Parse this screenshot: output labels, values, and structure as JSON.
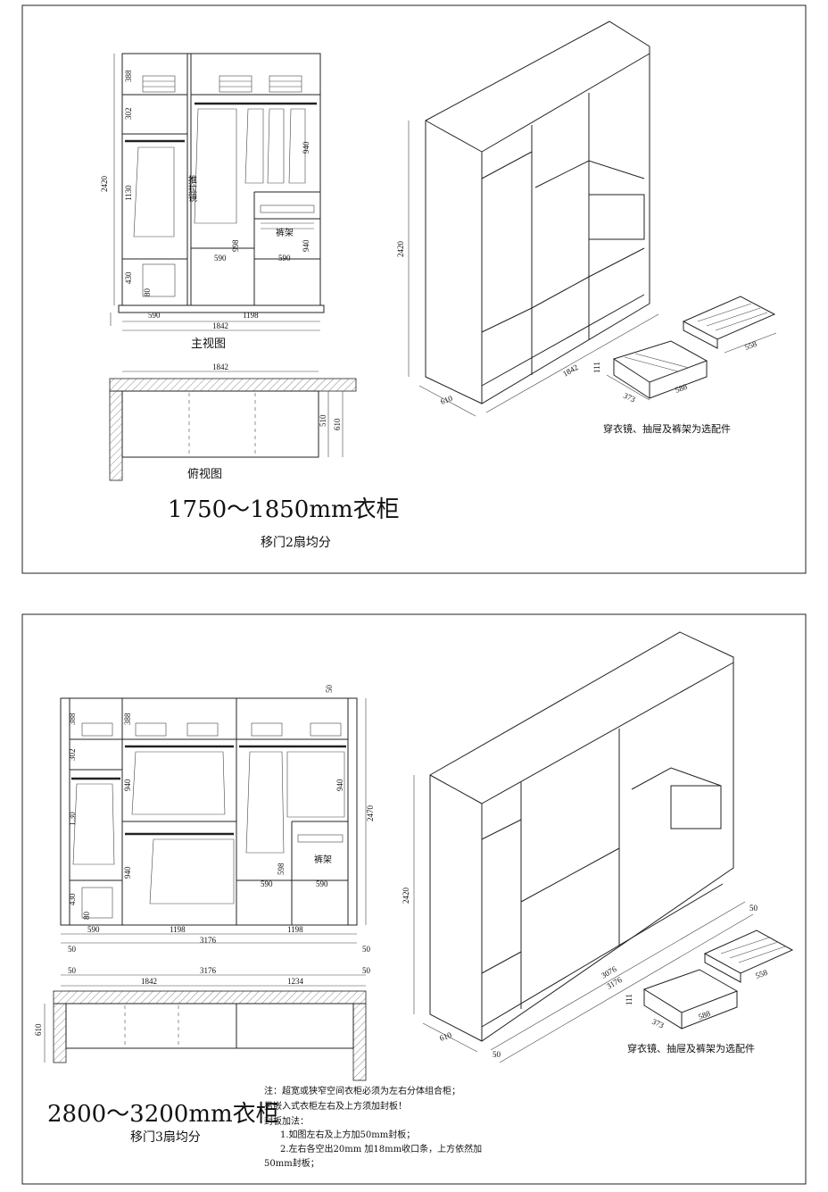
{
  "panel1": {
    "front_dims": {
      "d388": "388",
      "d302": "302",
      "d2420": "2420",
      "d1130": "1130",
      "d430": "430",
      "d80": "80",
      "d940a": "940",
      "d940b": "940",
      "d998": "998",
      "d590a": "590",
      "d590b": "590",
      "d590c": "590",
      "d1198": "1198",
      "d1842": "1842"
    },
    "mirror_label": "推拉镜",
    "trouser_label": "裤架",
    "front_title": "主视图",
    "top_dims": {
      "d1842": "1842",
      "d510": "510",
      "d610": "610"
    },
    "top_title": "俯视图",
    "iso_dims": {
      "d2420": "2420",
      "d610": "610",
      "d1842": "1842"
    },
    "drawer_dims": {
      "d111": "111",
      "d373": "373",
      "d588": "588",
      "d558": "558"
    },
    "options_note": "穿衣镜、抽屉及裤架为选配件",
    "heading": "1750～1850mm衣柜",
    "subheading": "移门2扇均分"
  },
  "panel2": {
    "front_dims": {
      "d50top": "50",
      "d388a": "388",
      "d388b": "388",
      "d302": "302",
      "d130": "1.30",
      "d430": "430",
      "d80": "80",
      "d940a": "940",
      "d940b": "940",
      "d940c": "940",
      "d2470": "2470",
      "d598": "598",
      "d590a": "590",
      "d590b": "590",
      "d590c": "590",
      "d1198a": "1198",
      "d1198b": "1198",
      "d3176": "3176",
      "d50l": "50",
      "d50r": "50"
    },
    "trouser_label": "裤架",
    "top_dims": {
      "d50a": "50",
      "d3176": "3176",
      "d50b": "50",
      "d1842": "1842",
      "d1234": "1234",
      "d610": "610"
    },
    "iso_dims": {
      "d2420": "2420",
      "d610": "610",
      "d3076": "3076",
      "d3176": "3176",
      "d50a": "50",
      "d50b": "50"
    },
    "drawer_dims": {
      "d111": "111",
      "d373": "373",
      "d588": "588",
      "d558": "558"
    },
    "options_note": "穿衣镜、抽屉及裤架为选配件",
    "heading": "2800～3200mm衣柜",
    "subheading": "移门3扇均分",
    "notes": [
      "注：超宽或狭窄空间衣柜必须为左右分体组合柜；",
      "另嵌入式衣柜左右及上方须加封板！",
      "封板加法：",
      "1.如图左右及上方加50mm封板；",
      "2.左右各空出20mm 加18mm收口条，上方依然加",
      "50mm封板；"
    ]
  }
}
